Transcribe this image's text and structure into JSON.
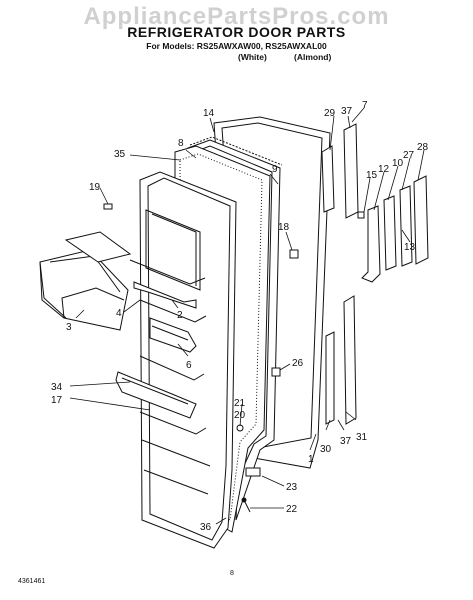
{
  "watermark": "AppliancePartsPros.com",
  "header": {
    "title": "REFRIGERATOR DOOR PARTS",
    "models": "For Models: RS25AWXAW00, RS25AWXAL00",
    "color_white": "(White)",
    "color_almond": "(Almond)"
  },
  "callouts": [
    "14",
    "8",
    "35",
    "19",
    "3",
    "4",
    "2",
    "6",
    "34",
    "17",
    "36",
    "29",
    "37",
    "7",
    "15",
    "12",
    "10",
    "27",
    "28",
    "13",
    "18",
    "26",
    "21",
    "20",
    "31",
    "37",
    "30",
    "1",
    "23",
    "22",
    "9"
  ],
  "footer": {
    "doc_number": "4361461",
    "page": "8"
  }
}
